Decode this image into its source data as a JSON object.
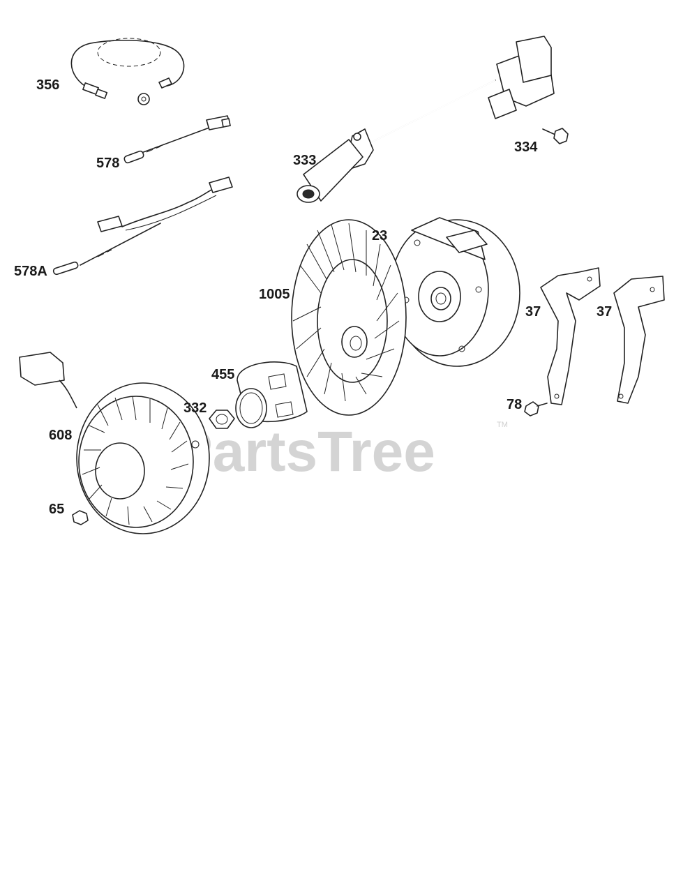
{
  "watermark": {
    "text": "PartsTree",
    "trademark": "TM"
  },
  "parts": [
    {
      "id": "356",
      "label": "356"
    },
    {
      "id": "578",
      "label": "578"
    },
    {
      "id": "578A",
      "label": "578A"
    },
    {
      "id": "333",
      "label": "333"
    },
    {
      "id": "334",
      "label": "334"
    },
    {
      "id": "23",
      "label": "23"
    },
    {
      "id": "1005",
      "label": "1005"
    },
    {
      "id": "37a",
      "label": "37"
    },
    {
      "id": "37b",
      "label": "37"
    },
    {
      "id": "455",
      "label": "455"
    },
    {
      "id": "332",
      "label": "332"
    },
    {
      "id": "78",
      "label": "78"
    },
    {
      "id": "608",
      "label": "608"
    },
    {
      "id": "65",
      "label": "65"
    }
  ]
}
